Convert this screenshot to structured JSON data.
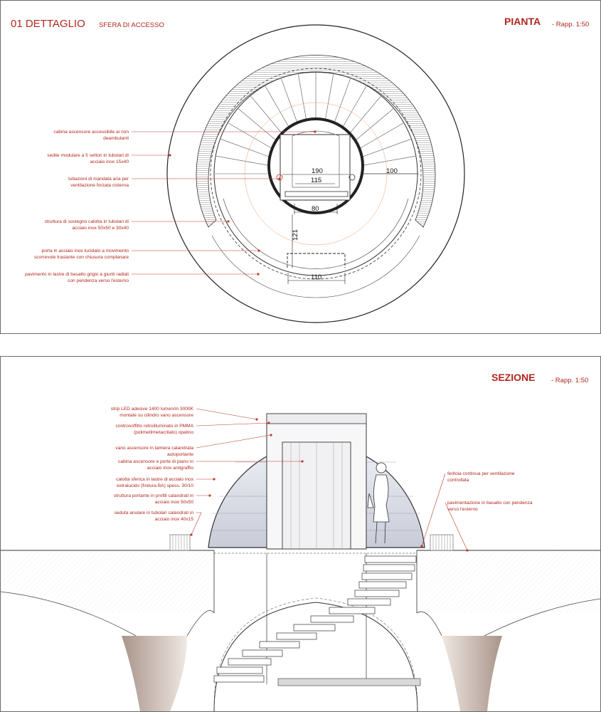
{
  "plan": {
    "title_main": "01 DETTAGLIO",
    "title_sub": "SFERA DI ACCESSO",
    "view": "PIANTA",
    "scale": "- Rapp. 1:50",
    "notes": [
      [
        "cabina ascensore accessibile ai non",
        "deambulanti"
      ],
      [
        "sedile modulare a 5 settori in tubolari di",
        "acciaio inox 15x40"
      ],
      [
        "tubazioni di mandata aria per",
        "ventilazione forzata cisterna"
      ],
      [
        "struttura di sostegno calotta in tubolari di",
        "acciaio inox 50x50 e 30x40"
      ],
      [
        "porta in acciaio inox lucidato a movimento",
        "scorrevole traslante con chiusura complanare"
      ],
      [
        "pavimento in lastre di basalto grigio a giunti radiali",
        "con pendenza verso l'esterno"
      ]
    ],
    "dims": {
      "d190": "190",
      "d115": "115",
      "d100": "100",
      "d80": "80",
      "d121": "121",
      "d110": "110"
    }
  },
  "section": {
    "view": "SEZIONE",
    "scale": "- Rapp. 1:50",
    "notes_left": [
      [
        "strip LED adesive 1400 lumen/m 3000K",
        "montate su cilindro vano ascensore"
      ],
      [
        "controsoffitto retroilluminato in PMMA",
        "(polimetilmetacrilato) opalino"
      ],
      [
        "vano ascensore in lamiera calandrata",
        "autoportante"
      ],
      [
        "cabina ascensore e porte di piano in",
        "acciaio inox antigraffio"
      ],
      [
        "calotta sferica in lastre di acciaio inox",
        "extralucido (finitura BA) spess. 30/10"
      ],
      [
        "struttura portante in profili calandrati in",
        "acciaio inox 50x50"
      ],
      [
        "seduta anulare in tubolari calandrati in",
        "acciaio inox  40x15"
      ]
    ],
    "notes_right": [
      [
        "feritoia continua per ventilazione",
        "controllata"
      ],
      [
        "pavimentazione in basalto con pendenza",
        "verso l'esterno"
      ]
    ]
  },
  "colors": {
    "accent": "#b0271e",
    "line": "#2a2a2a",
    "dome_fill": "#dfe1ea",
    "vault_fill": "#cfc0b6"
  }
}
